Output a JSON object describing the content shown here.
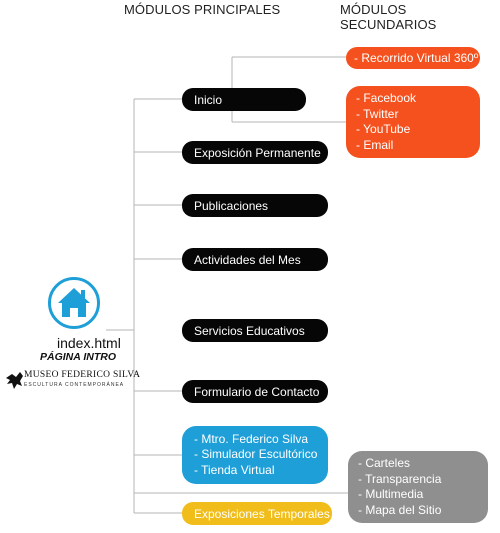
{
  "headers": {
    "main": "MÓDULOS PRINCIPALES",
    "secondary": "MÓDULOS SECUNDARIOS"
  },
  "root": {
    "file": "index.html",
    "subtitle": "PÁGINA INTRO",
    "icon": "home-icon"
  },
  "logo": {
    "name": "MUSEO FEDERICO SILVA",
    "tagline": "ESCULTURA CONTEMPORÁNEA"
  },
  "main_modules": [
    {
      "label": "Inicio",
      "color": "#060606"
    },
    {
      "label": "Exposición Permanente",
      "color": "#060606"
    },
    {
      "label": "Publicaciones",
      "color": "#060606"
    },
    {
      "label": "Actividades del Mes",
      "color": "#060606"
    },
    {
      "label": "Servicios Educativos",
      "color": "#060606"
    },
    {
      "label": "Formulario de Contacto",
      "color": "#060606"
    }
  ],
  "blue_group": {
    "color": "#1e9fd8",
    "items": [
      "- Mtro. Federico Silva",
      "- Simulador Escultórico",
      "- Tienda Virtual"
    ]
  },
  "temporary": {
    "label": "Exposiciones Temporales",
    "color": "#f0bd1a"
  },
  "secondary": {
    "tour": {
      "label": "- Recorrido Virtual 360º",
      "color": "#f4511e"
    },
    "social": {
      "color": "#f4511e",
      "items": [
        "- Facebook",
        "- Twitter",
        "- YouTube",
        "- Email"
      ]
    },
    "extras": {
      "color": "#8f8f8f",
      "items": [
        "- Carteles",
        "- Transparencia",
        "- Multimedia",
        "- Mapa del Sitio"
      ]
    }
  }
}
